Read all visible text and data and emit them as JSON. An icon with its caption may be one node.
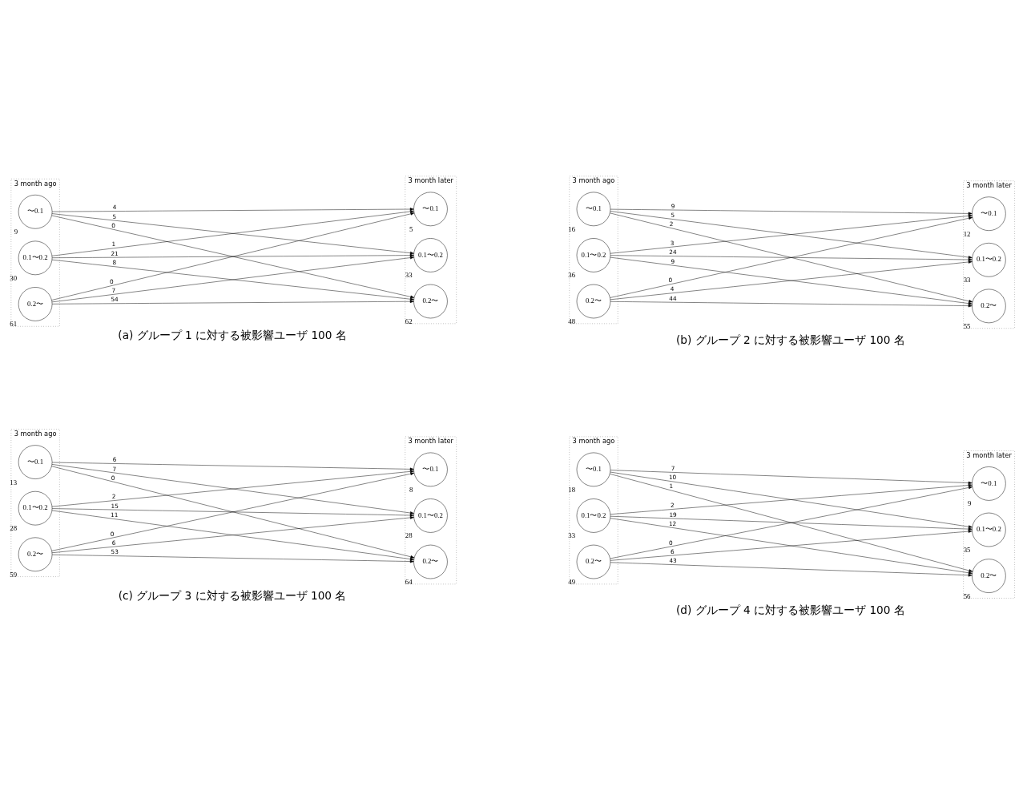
{
  "diagram": {
    "nodes": [
      {
        "text": [
          "3 month ago"
        ]
      },
      {
        "text": [
          "〜0.1"
        ],
        "in": 0,
        "beside": [
          "9"
        ]
      },
      {
        "text": [
          "0.1〜0.2"
        ],
        "in": 0,
        "beside": [
          "30"
        ]
      },
      {
        "text": [
          "0.2〜"
        ],
        "in": 0,
        "beside": [
          "61"
        ]
      },
      {
        "text": [
          "3 month later"
        ]
      },
      {
        "text": [
          "〜0.1"
        ],
        "in": 4,
        "beside": [
          "5"
        ]
      },
      {
        "text": [
          "0.1〜0.2"
        ],
        "in": 4,
        "beside": [
          "33"
        ]
      },
      {
        "text": [
          "0.2〜"
        ],
        "in": 4,
        "beside": [
          "62"
        ]
      },
      {
        "text": [
          "3 month ago"
        ]
      },
      {
        "text": [
          "〜0.1"
        ],
        "in": 8,
        "beside": [
          "16"
        ]
      },
      {
        "text": [
          "0.1〜0.2"
        ],
        "in": 8,
        "beside": [
          "36"
        ]
      },
      {
        "text": [
          "0.2〜"
        ],
        "in": 8,
        "beside": [
          "48"
        ]
      },
      {
        "text": [
          "3 month later"
        ]
      },
      {
        "text": [
          "〜0.1"
        ],
        "in": 12,
        "beside": [
          "12"
        ]
      },
      {
        "text": [
          "0.1〜0.2"
        ],
        "in": 12,
        "beside": [
          "33"
        ]
      },
      {
        "text": [
          "0.2〜"
        ],
        "in": 12,
        "beside": [
          "55"
        ]
      },
      {
        "text": [
          "3 month ago"
        ]
      },
      {
        "text": [
          "〜0.1"
        ],
        "in": 16,
        "beside": [
          "13"
        ]
      },
      {
        "text": [
          "0.1〜0.2"
        ],
        "in": 16,
        "beside": [
          "28"
        ]
      },
      {
        "text": [
          "0.2〜"
        ],
        "in": 16,
        "beside": [
          "59"
        ]
      },
      {
        "text": [
          "3 month later"
        ]
      },
      {
        "text": [
          "〜0.1"
        ],
        "in": 20,
        "beside": [
          "8"
        ]
      },
      {
        "text": [
          "0.1〜0.2"
        ],
        "in": 20,
        "beside": [
          "28"
        ]
      },
      {
        "text": [
          "0.2〜"
        ],
        "in": 20,
        "beside": [
          "64"
        ]
      },
      {
        "text": [
          "3 month ago"
        ]
      },
      {
        "text": [
          "〜0.1"
        ],
        "in": 24,
        "beside": [
          "18"
        ]
      },
      {
        "text": [
          "0.1〜0.2"
        ],
        "in": 24,
        "beside": [
          "33"
        ]
      },
      {
        "text": [
          "0.2〜"
        ],
        "in": 24,
        "beside": [
          "49"
        ]
      },
      {
        "text": [
          "3 month later"
        ]
      },
      {
        "text": [
          "〜0.1"
        ],
        "in": 28,
        "beside": [
          "9"
        ]
      },
      {
        "text": [
          "0.1〜0.2"
        ],
        "in": 28,
        "beside": [
          "35"
        ]
      },
      {
        "text": [
          "0.2〜"
        ],
        "in": 28,
        "beside": [
          "56"
        ]
      }
    ],
    "edges": [
      {
        "from": 1,
        "to": 5,
        "arrow": "to",
        "label": "4"
      },
      {
        "from": 1,
        "to": 6,
        "arrow": "to",
        "label": "5"
      },
      {
        "from": 1,
        "to": 7,
        "arrow": "to",
        "label": "0"
      },
      {
        "from": 2,
        "to": 5,
        "arrow": "to",
        "label": "1"
      },
      {
        "from": 2,
        "to": 6,
        "arrow": "to",
        "label": "21"
      },
      {
        "from": 2,
        "to": 7,
        "arrow": "to",
        "label": "8"
      },
      {
        "from": 3,
        "to": 5,
        "arrow": "to",
        "label": "0"
      },
      {
        "from": 3,
        "to": 6,
        "arrow": "to",
        "label": "7"
      },
      {
        "from": 3,
        "to": 7,
        "arrow": "to",
        "label": "54"
      },
      {
        "from": 9,
        "to": 13,
        "arrow": "to",
        "label": "9"
      },
      {
        "from": 9,
        "to": 14,
        "arrow": "to",
        "label": "5"
      },
      {
        "from": 9,
        "to": 15,
        "arrow": "to",
        "label": "2"
      },
      {
        "from": 10,
        "to": 13,
        "arrow": "to",
        "label": "3"
      },
      {
        "from": 10,
        "to": 14,
        "arrow": "to",
        "label": "24"
      },
      {
        "from": 10,
        "to": 15,
        "arrow": "to",
        "label": "9"
      },
      {
        "from": 11,
        "to": 13,
        "arrow": "to",
        "label": "0"
      },
      {
        "from": 11,
        "to": 14,
        "arrow": "to",
        "label": "4"
      },
      {
        "from": 11,
        "to": 15,
        "arrow": "to",
        "label": "44"
      },
      {
        "from": 17,
        "to": 21,
        "arrow": "to",
        "label": "6"
      },
      {
        "from": 17,
        "to": 22,
        "arrow": "to",
        "label": "7"
      },
      {
        "from": 17,
        "to": 23,
        "arrow": "to",
        "label": "0"
      },
      {
        "from": 18,
        "to": 21,
        "arrow": "to",
        "label": "2"
      },
      {
        "from": 18,
        "to": 22,
        "arrow": "to",
        "label": "15"
      },
      {
        "from": 18,
        "to": 23,
        "arrow": "to",
        "label": "11"
      },
      {
        "from": 19,
        "to": 21,
        "arrow": "to",
        "label": "0"
      },
      {
        "from": 19,
        "to": 22,
        "arrow": "to",
        "label": "6"
      },
      {
        "from": 19,
        "to": 23,
        "arrow": "to",
        "label": "53"
      },
      {
        "from": 25,
        "to": 29,
        "arrow": "to",
        "label": "7"
      },
      {
        "from": 25,
        "to": 30,
        "arrow": "to",
        "label": "10"
      },
      {
        "from": 25,
        "to": 31,
        "arrow": "to",
        "label": "1"
      },
      {
        "from": 26,
        "to": 29,
        "arrow": "to",
        "label": "2"
      },
      {
        "from": 26,
        "to": 30,
        "arrow": "to",
        "label": "19"
      },
      {
        "from": 26,
        "to": 31,
        "arrow": "to",
        "label": "12"
      },
      {
        "from": 27,
        "to": 29,
        "arrow": "to",
        "label": "0"
      },
      {
        "from": 27,
        "to": 30,
        "arrow": "to",
        "label": "6"
      },
      {
        "from": 27,
        "to": 31,
        "arrow": "to",
        "label": "43"
      }
    ],
    "labels": [
      "(a) グループ 1 に対する被影響ユーザ 100 名",
      "(b) グループ 2 に対する被影響ユーザ 100 名",
      "(c) グループ 3 に対する被影響ユーザ 100 名",
      "(d) グループ 4 に対する被影響ユーザ 100 名"
    ]
  }
}
